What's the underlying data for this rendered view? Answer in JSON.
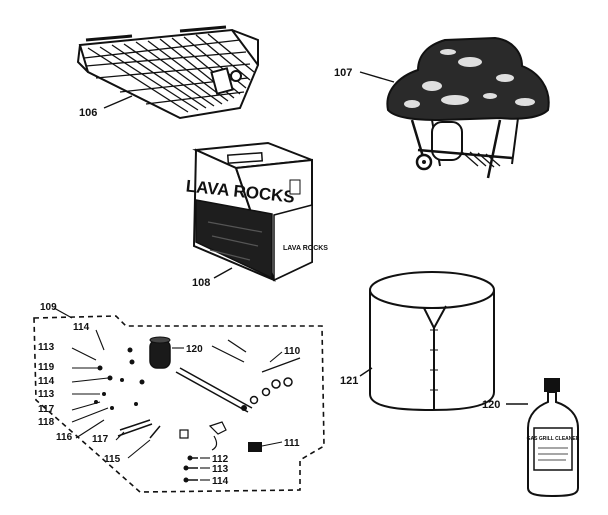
{
  "parts": {
    "rack": "106",
    "cover": "107",
    "lava_rocks_box": "108",
    "hardware_kit": "109",
    "kit_part_110": "110",
    "kit_part_111": "111",
    "kit_part_112": "112",
    "kit_part_113": "113",
    "kit_part_114": "114",
    "kit_part_115": "115",
    "kit_part_116": "116",
    "kit_part_117": "117",
    "kit_part_118": "118",
    "kit_part_119": "119",
    "kit_part_120": "120",
    "grill_cover": "121",
    "cleaner_bottle": "120"
  },
  "box_text": {
    "brand_front": "LAVA ROCKS",
    "brand_side": "LAVA ROCKS"
  },
  "bottle_text": "GAS GRILL CLEANER"
}
